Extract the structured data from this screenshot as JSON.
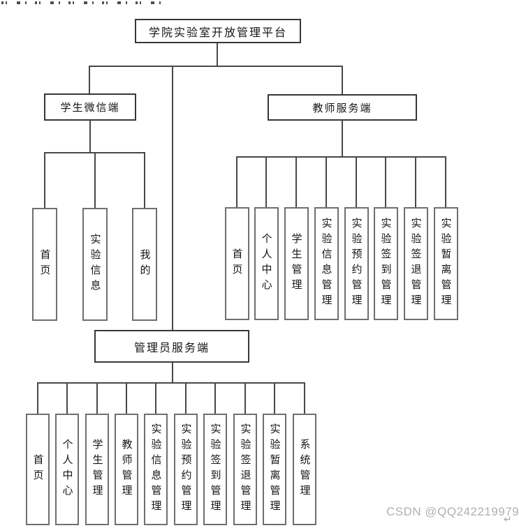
{
  "diagram": {
    "root_label": "学院实验室开放管理平台",
    "branches": [
      {
        "label": "学生微信端",
        "children": [
          "首页",
          "实验信息",
          "我的"
        ]
      },
      {
        "label": "教师服务端",
        "children": [
          "首页",
          "个人中心",
          "学生管理",
          "实验信息管理",
          "实验预约管理",
          "实验签到管理",
          "实验签退管理",
          "实验暂离管理"
        ]
      },
      {
        "label": "管理员服务端",
        "children": [
          "首页",
          "个人中心",
          "学生管理",
          "教师管理",
          "实验信息管理",
          "实验预约管理",
          "实验签到管理",
          "实验签退管理",
          "实验暂离管理",
          "系统管理"
        ]
      }
    ]
  },
  "watermark": {
    "text": "CSDN @QQ242219979",
    "return_icon": "↵"
  },
  "colors": {
    "connector": "#484848",
    "main_border": "#373737",
    "child_border": "#6f6f6f",
    "watermark": "#b0b0b0",
    "background": "#ffffff"
  }
}
